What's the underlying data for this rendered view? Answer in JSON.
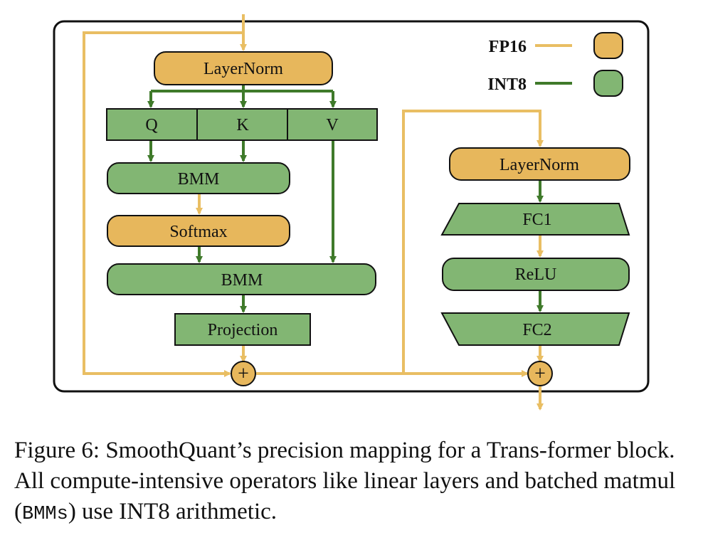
{
  "colors": {
    "fp16": "#E7B75C",
    "int8": "#82B673",
    "fp16_line": "#E9BE63",
    "int8_line": "#3F7A2A",
    "border": "#111111"
  },
  "legend": {
    "fp16_label": "FP16",
    "int8_label": "INT8"
  },
  "attention": {
    "layernorm": "LayerNorm",
    "q": "Q",
    "k": "K",
    "v": "V",
    "bmm1": "BMM",
    "softmax": "Softmax",
    "bmm2": "BMM",
    "projection": "Projection",
    "add_symbol": "+"
  },
  "ffn": {
    "layernorm": "LayerNorm",
    "fc1": "FC1",
    "relu": "ReLU",
    "fc2": "FC2",
    "add_symbol": "+"
  },
  "caption": {
    "part1": "Figure 6: SmoothQuant’s precision mapping for a Trans-former block. All compute-intensive operators like linear layers and batched matmul (",
    "mono": "BMMs",
    "part2": ") use INT8 arithmetic."
  }
}
